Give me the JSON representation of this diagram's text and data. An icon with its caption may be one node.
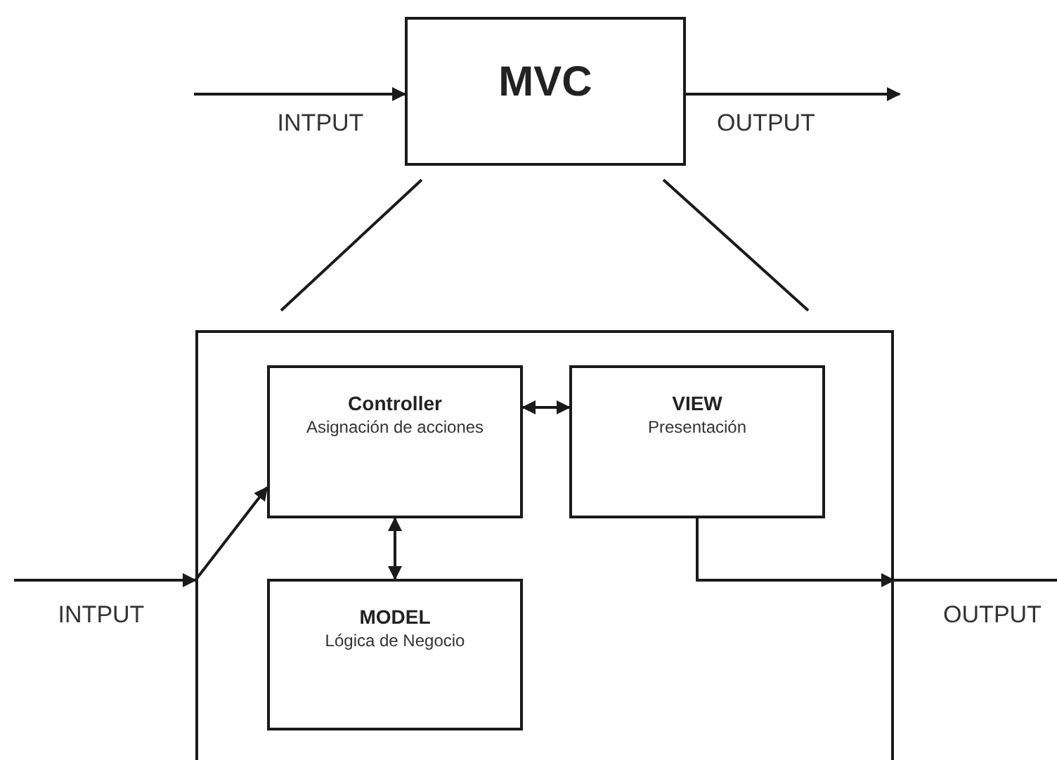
{
  "diagram": {
    "nodes": [
      {
        "text": [
          "MVC"
        ]
      },
      {
        "text": [],
        "shape": "box"
      },
      {
        "text": [
          "Controller",
          "Asignación de acciones"
        ],
        "in": 1
      },
      {
        "text": [
          "VIEW",
          "Presentación"
        ],
        "in": 1
      },
      {
        "text": [
          "MODEL",
          "Lógica de Negocio"
        ],
        "in": 1
      }
    ],
    "edges": [
      {
        "from": null,
        "to": 0,
        "arrow": "to",
        "label": "INTPUT"
      },
      {
        "from": 0,
        "to": null,
        "arrow": "to",
        "label": "OUTPUT"
      },
      {
        "from": 0,
        "to": 1,
        "arrow": "none"
      },
      {
        "from": 0,
        "to": 1,
        "arrow": "none"
      },
      {
        "from": null,
        "to": 1,
        "arrow": "to",
        "label": "INTPUT"
      },
      {
        "from": 1,
        "to": 2,
        "arrow": "to"
      },
      {
        "from": 2,
        "to": 3,
        "arrow": "both"
      },
      {
        "from": 2,
        "to": 4,
        "arrow": "both"
      },
      {
        "from": 3,
        "to": 1,
        "arrow": "to"
      },
      {
        "from": 1,
        "to": null,
        "arrow": "none",
        "label": "OUTPUT"
      }
    ]
  }
}
